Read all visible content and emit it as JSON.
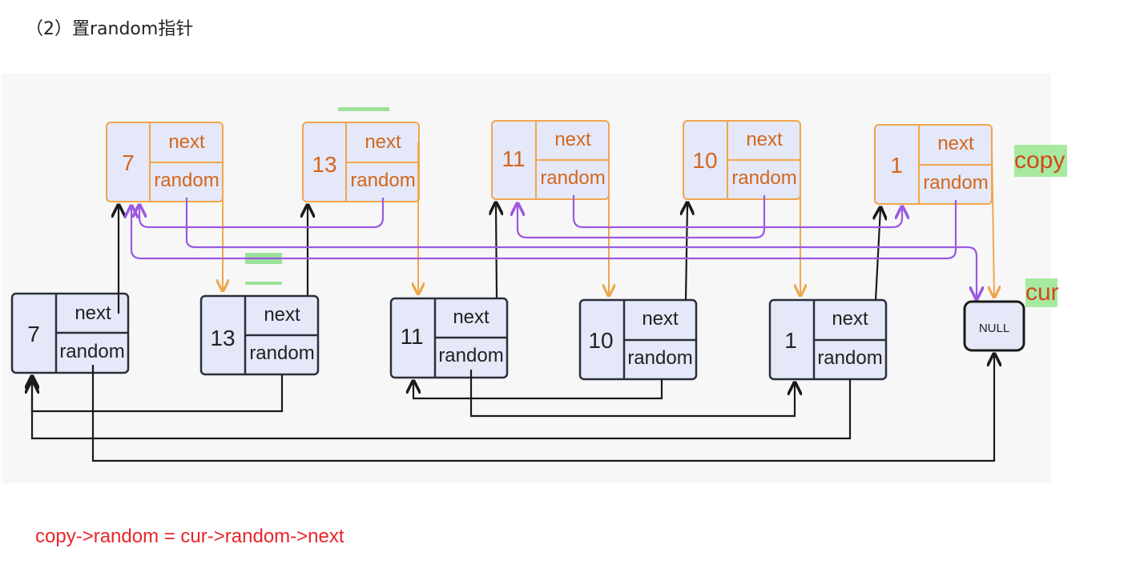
{
  "heading": "（2）置random指针",
  "formula": "copy->random = cur->random->next",
  "labels": {
    "copy": "copy",
    "cur": "cur"
  },
  "copy_nodes": [
    {
      "val": "7",
      "next": "next",
      "random": "random"
    },
    {
      "val": "13",
      "next": "next",
      "random": "random"
    },
    {
      "val": "11",
      "next": "next",
      "random": "random"
    },
    {
      "val": "10",
      "next": "next",
      "random": "random"
    },
    {
      "val": "1",
      "next": "next",
      "random": "random"
    }
  ],
  "cur_nodes": [
    {
      "val": "7",
      "next": "next",
      "random": "random"
    },
    {
      "val": "13",
      "next": "next",
      "random": "random"
    },
    {
      "val": "11",
      "next": "next",
      "random": "random"
    },
    {
      "val": "10",
      "next": "next",
      "random": "random"
    },
    {
      "val": "1",
      "next": "next",
      "random": "random"
    }
  ],
  "null_node": "NULL",
  "colors": {
    "copy_border": "#f0a64a",
    "copy_text": "#d4661c",
    "node_fill": "#e4e8f8",
    "cur_border": "#2a2f3a",
    "purple": "#9b59e0",
    "orange": "#f0a64a",
    "black": "#1a1a1a",
    "formula": "#e8242a",
    "highlight": "#a7ea9f"
  }
}
